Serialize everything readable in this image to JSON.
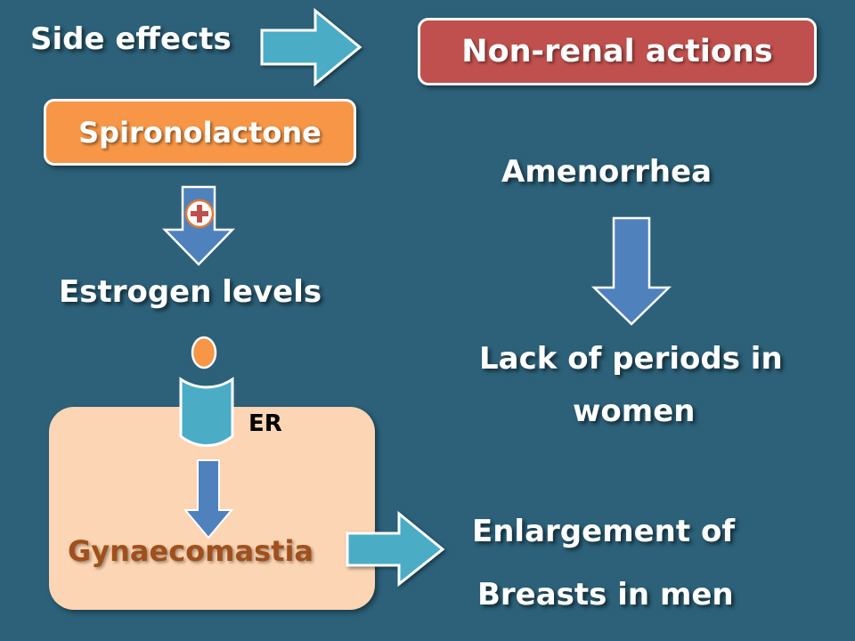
{
  "title": "Side effects",
  "header_box": {
    "label": "Non-renal actions",
    "color": "#c0504d"
  },
  "drug_box": {
    "label": "Spironolactone",
    "color": "#f79646"
  },
  "estrogen": {
    "label": "Estrogen levels",
    "modifier": "+"
  },
  "receptor": {
    "label": "ER"
  },
  "outcome_box": {
    "label": "Gynaecomastia",
    "color": "#fcd5b4",
    "text_color": "#a0501c"
  },
  "right_column": {
    "amenorrhea": "Amenorrhea",
    "lack_line1": "Lack of periods in",
    "lack_line2": "women",
    "enlarge_line1": "Enlargement of",
    "enlarge_line2": "Breasts in men"
  },
  "colors": {
    "background": "#2c6179",
    "light_arrow": "#4bacc6",
    "dark_arrow": "#4f81bd",
    "ligand": "#f79646"
  },
  "icons": [
    "right-arrow-icon",
    "down-arrow-icon",
    "plus-badge-icon",
    "receptor-icon"
  ]
}
